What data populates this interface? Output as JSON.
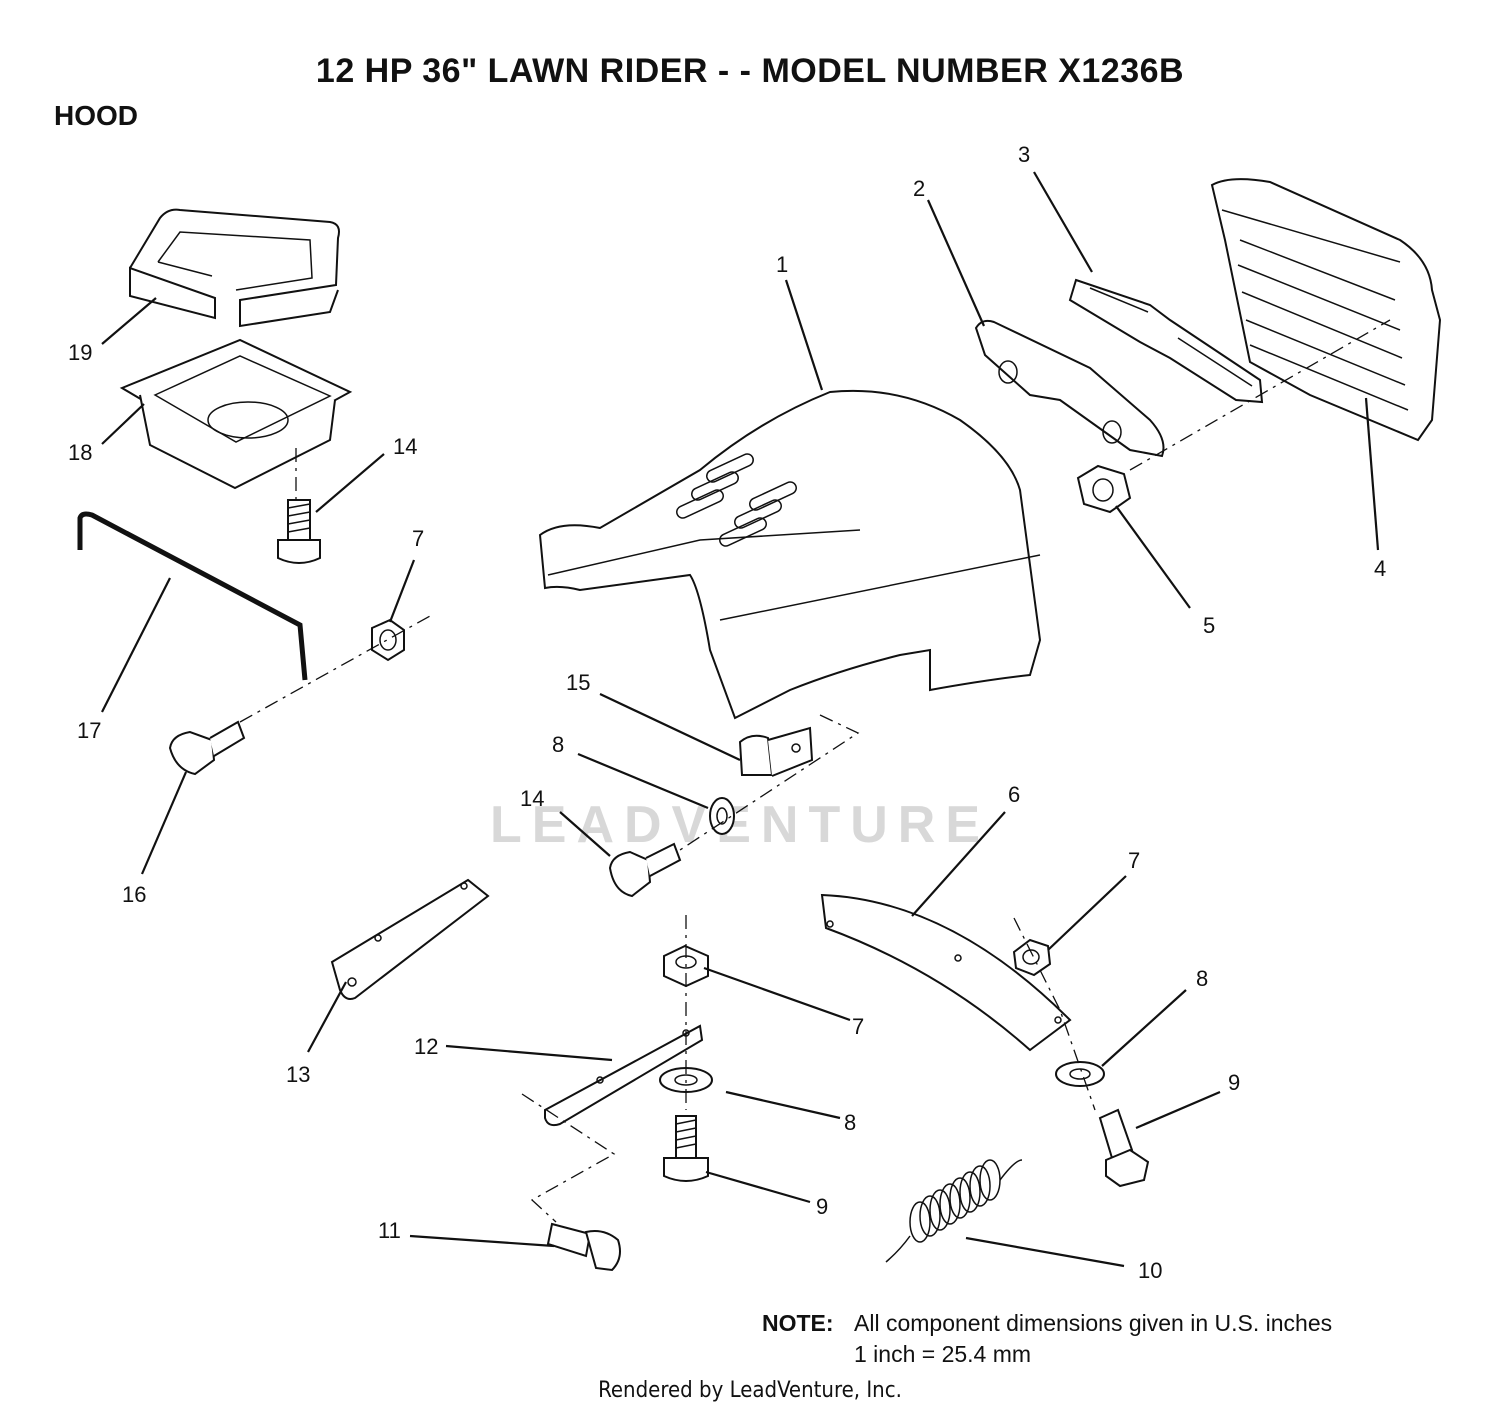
{
  "title": "12 HP 36\" LAWN RIDER - - MODEL NUMBER X1236B",
  "section": "HOOD",
  "watermark": "LEADVENTURE",
  "note": {
    "label": "NOTE:",
    "line1": "All component dimensions given in U.S. inches",
    "line2": "1 inch = 25.4 mm"
  },
  "credit": "Rendered by LeadVenture, Inc.",
  "callouts": [
    {
      "id": "c1",
      "label": "1"
    },
    {
      "id": "c2",
      "label": "2"
    },
    {
      "id": "c3",
      "label": "3"
    },
    {
      "id": "c4",
      "label": "4"
    },
    {
      "id": "c5",
      "label": "5"
    },
    {
      "id": "c6",
      "label": "6"
    },
    {
      "id": "c7a",
      "label": "7"
    },
    {
      "id": "c7b",
      "label": "7"
    },
    {
      "id": "c7c",
      "label": "7"
    },
    {
      "id": "c8a",
      "label": "8"
    },
    {
      "id": "c8b",
      "label": "8"
    },
    {
      "id": "c8c",
      "label": "8"
    },
    {
      "id": "c9a",
      "label": "9"
    },
    {
      "id": "c9b",
      "label": "9"
    },
    {
      "id": "c10",
      "label": "10"
    },
    {
      "id": "c11",
      "label": "11"
    },
    {
      "id": "c12",
      "label": "12"
    },
    {
      "id": "c13",
      "label": "13"
    },
    {
      "id": "c14a",
      "label": "14"
    },
    {
      "id": "c14b",
      "label": "14"
    },
    {
      "id": "c15",
      "label": "15"
    },
    {
      "id": "c16",
      "label": "16"
    },
    {
      "id": "c17",
      "label": "17"
    },
    {
      "id": "c18",
      "label": "18"
    },
    {
      "id": "c19",
      "label": "19"
    }
  ]
}
